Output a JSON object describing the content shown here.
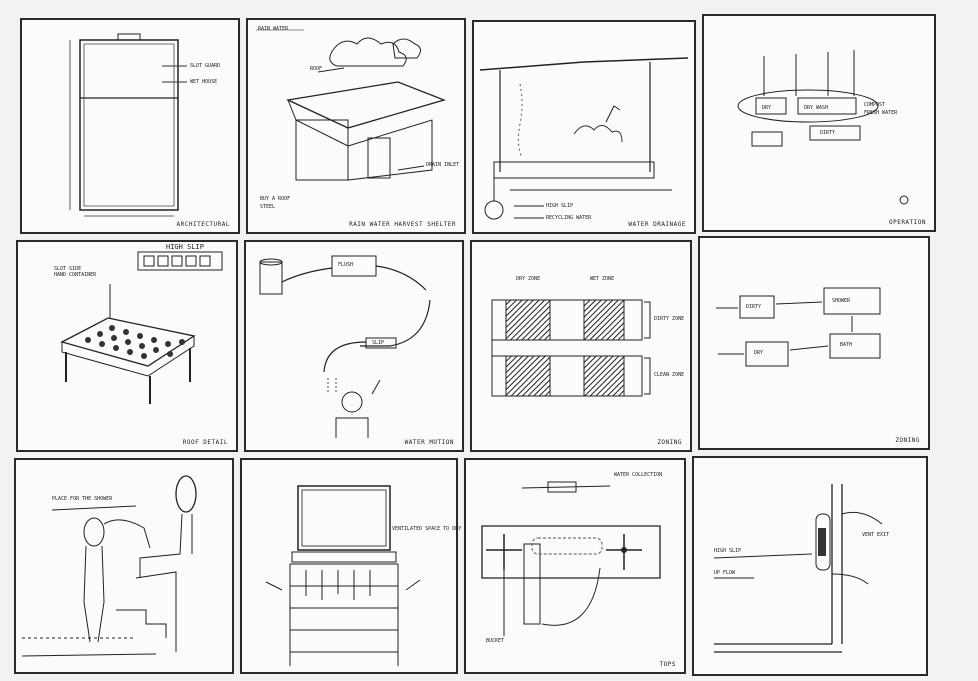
{
  "panels": [
    {
      "caption": "ARCHITECTURAL",
      "labels": [
        "SLOT GUARD",
        "WET HOUSE"
      ]
    },
    {
      "caption": "RAIN WATER HARVEST SHELTER",
      "labels": [
        "RAIN WATER",
        "BUY A ROOF",
        "STEEL",
        "ROOF",
        "DRAIN INLET"
      ]
    },
    {
      "caption": "WATER DRAINAGE",
      "labels": [
        "HIGH SLIP",
        "RECYCLING WATER"
      ]
    },
    {
      "caption": "OPERATION",
      "labels": [
        "DRY",
        "DRY WASH",
        "DIRTY",
        "COMPOST",
        "FRESH WATER"
      ]
    },
    {
      "caption": "ROOF DETAIL",
      "labels": [
        "HIGH SLIP",
        "SLOT SIDE",
        "HAND CONTAINER"
      ]
    },
    {
      "caption": "WATER MOTION",
      "labels": [
        "FLUSH",
        "SLIP"
      ]
    },
    {
      "caption": "ZONING",
      "labels": [
        "DRY ZONE",
        "WET ZONE",
        "DIRTY ZONE",
        "CLEAN ZONE"
      ]
    },
    {
      "caption": "ZONING",
      "labels": [
        "DIRTY",
        "SHOWER",
        "DRY",
        "BATH"
      ]
    },
    {
      "caption": "",
      "labels": [
        "PLACE FOR THE SHOWER"
      ]
    },
    {
      "caption": "",
      "labels": [
        "VENTILATED SPACE TO DRY CLOTHES"
      ]
    },
    {
      "caption": "TOPS",
      "labels": [
        "WATER COLLECTION",
        "BUCKET"
      ]
    },
    {
      "caption": "",
      "labels": [
        "HIGH SLIP",
        "UP FLOW",
        "VENT EXIT"
      ]
    }
  ]
}
